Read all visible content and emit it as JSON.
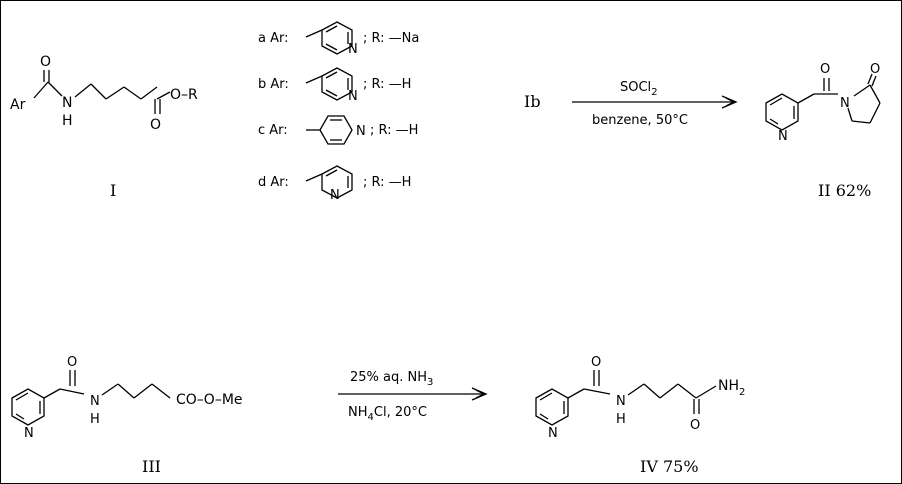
{
  "labels": {
    "Ar": "Ar",
    "N": "N",
    "H": "H",
    "O": "O",
    "R": "R",
    "ester_o": "O–R",
    "Ib": "Ib",
    "compound_I": "I",
    "compound_II": "II 62%",
    "compound_III": "III",
    "compound_IV": "IV 75%",
    "me": "CO–O–Me",
    "nh2": "NH",
    "nh2_sub": "2"
  },
  "variants": [
    {
      "letter": "a Ar:",
      "r": "; R: —Na"
    },
    {
      "letter": "b Ar:",
      "r": "; R: —H"
    },
    {
      "letter": "c Ar:",
      "r": "; R: —H"
    },
    {
      "letter": "d Ar:",
      "r": "; R: —H"
    }
  ],
  "reaction1": {
    "above": "SOCl",
    "above_sub": "2",
    "below": "benzene,  50°C"
  },
  "reaction2": {
    "above": "25% aq. NH",
    "above_sub": "3",
    "below_a": "NH",
    "below_a_sub": "4",
    "below_b": "Cl,  20°C"
  }
}
